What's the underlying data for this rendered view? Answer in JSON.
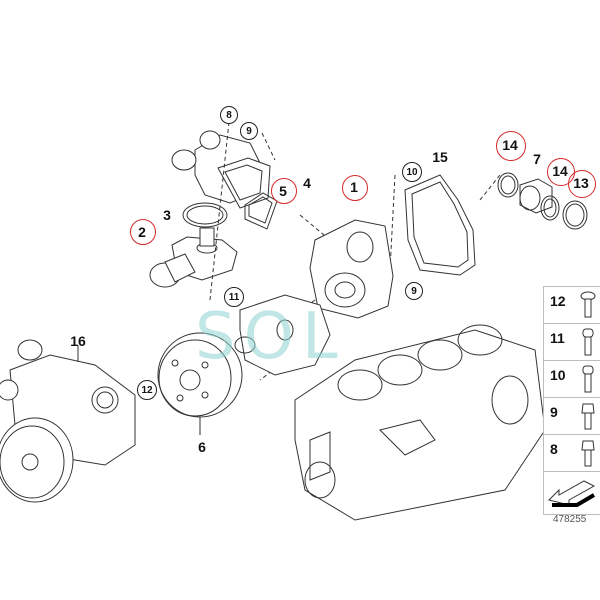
{
  "diagram": {
    "type": "exploded parts diagram",
    "subject": "Engine water pump / thermostat housing assembly",
    "watermark": "SOL",
    "diagram_code": "478255",
    "callouts": [
      {
        "id": "1",
        "style": "red-circle",
        "part": "water pump housing"
      },
      {
        "id": "2",
        "style": "red-circle",
        "part": "thermostat"
      },
      {
        "id": "3",
        "style": "plain",
        "part": "o-ring"
      },
      {
        "id": "4",
        "style": "plain",
        "part": "gasket set"
      },
      {
        "id": "5",
        "style": "red-circle",
        "part": "gasket"
      },
      {
        "id": "6",
        "style": "plain",
        "part": "pulley"
      },
      {
        "id": "7",
        "style": "plain",
        "part": "pipe connector"
      },
      {
        "id": "8",
        "style": "circled",
        "part": "bolt"
      },
      {
        "id": "9",
        "style": "circled",
        "part": "bolt"
      },
      {
        "id": "9b",
        "label": "9",
        "style": "circled",
        "part": "bolt"
      },
      {
        "id": "10",
        "style": "circled",
        "part": "bolt"
      },
      {
        "id": "11",
        "style": "circled",
        "part": "bolt"
      },
      {
        "id": "12",
        "style": "circled",
        "part": "bolt"
      },
      {
        "id": "13",
        "style": "red-circle",
        "part": "seal ring"
      },
      {
        "id": "14a",
        "label": "14",
        "style": "red-circle",
        "part": "o-ring"
      },
      {
        "id": "14b",
        "label": "14",
        "style": "red-circle",
        "part": "o-ring"
      },
      {
        "id": "15",
        "style": "plain",
        "part": "gasket"
      },
      {
        "id": "16",
        "style": "plain",
        "part": "water pump assembly"
      }
    ],
    "labels": {
      "l1": "1",
      "l2": "2",
      "l3": "3",
      "l4": "4",
      "l5": "5",
      "l6": "6",
      "l7": "7",
      "l8": "8",
      "l9": "9",
      "l9b": "9",
      "l10": "10",
      "l11": "11",
      "l12": "12",
      "l13": "13",
      "l14a": "14",
      "l14b": "14",
      "l15": "15",
      "l16": "16"
    },
    "legend": {
      "rows": [
        {
          "num": "12",
          "icon": "flange-head-bolt-icon"
        },
        {
          "num": "11",
          "icon": "socket-head-bolt-icon"
        },
        {
          "num": "10",
          "icon": "socket-head-bolt-icon"
        },
        {
          "num": "9",
          "icon": "torx-head-bolt-icon"
        },
        {
          "num": "8",
          "icon": "torx-head-bolt-icon"
        }
      ],
      "arrow_icon": "direction-arrow-icon"
    },
    "colors": {
      "line": "#222222",
      "highlight_circle": "#d42a2a",
      "watermark": "#8fd3d3",
      "legend_border": "#bdbdbd"
    }
  }
}
